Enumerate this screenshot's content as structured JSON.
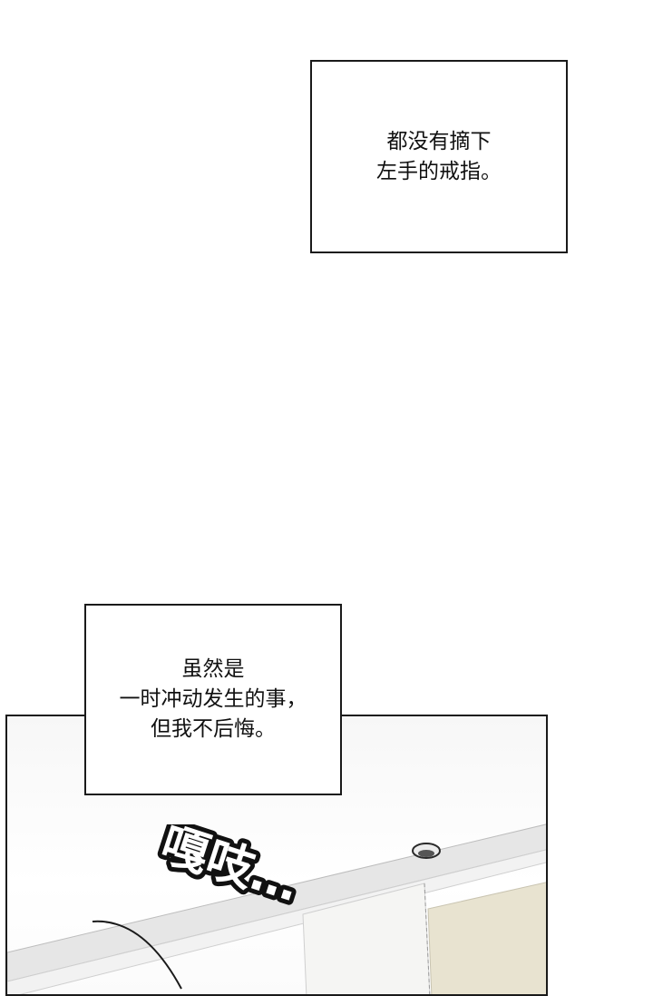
{
  "captions": {
    "top": {
      "lines": [
        "都没有摘下",
        "左手的戒指。"
      ]
    },
    "bottom": {
      "lines": [
        "虽然是",
        "一时冲动发生的事，",
        "但我不后悔。"
      ]
    }
  },
  "panel": {
    "sound_effect": "嘎吱…"
  },
  "colors": {
    "border": "#1a1a1a",
    "text": "#111111",
    "wall_panel": "#e8e3d0",
    "shelf": "#dcdcdc"
  }
}
